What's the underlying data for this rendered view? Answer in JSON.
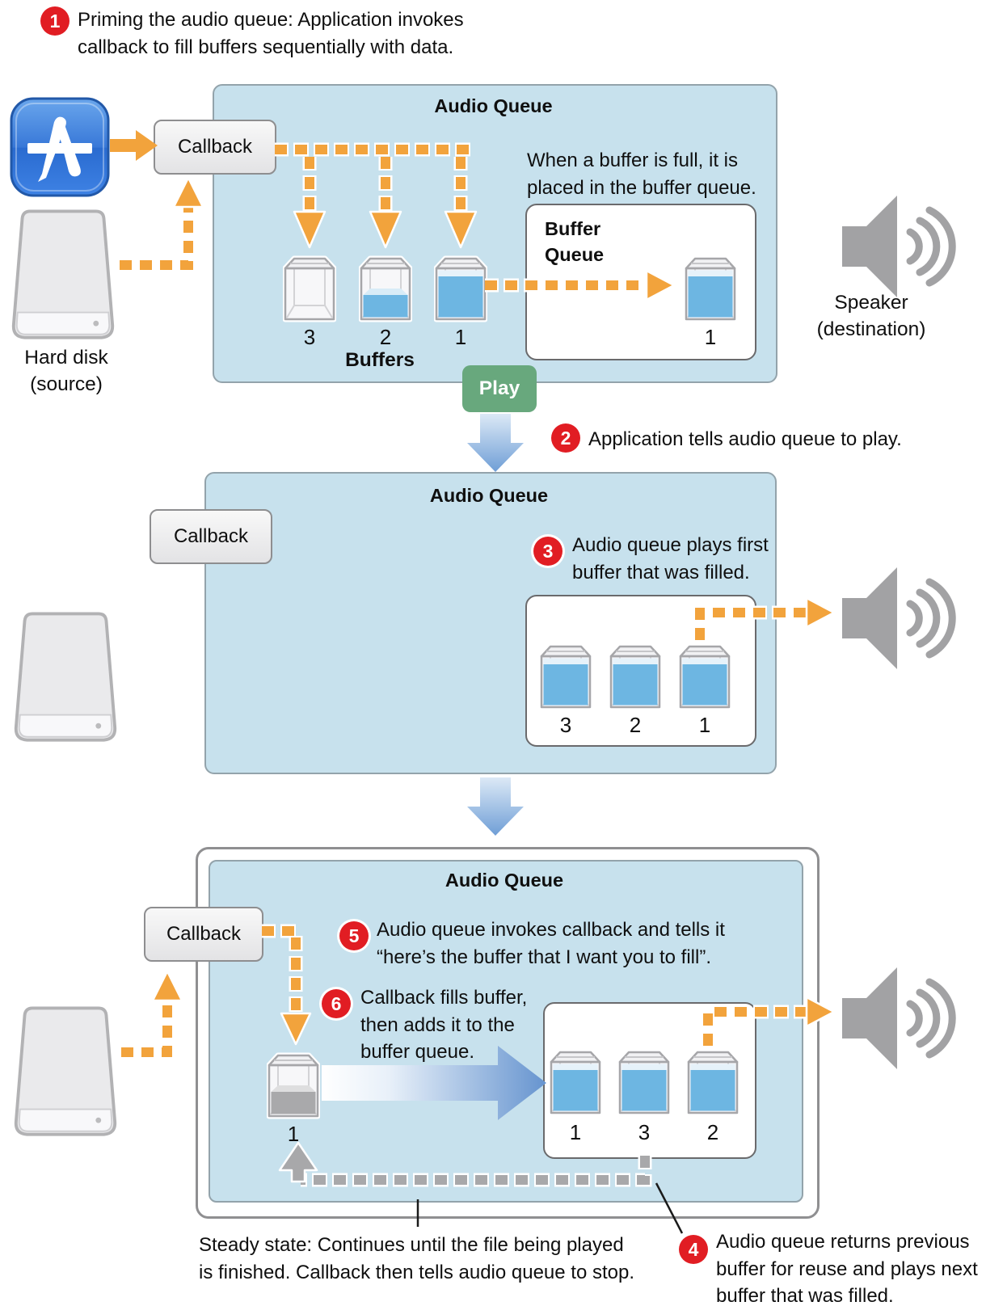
{
  "figure": {
    "step1": {
      "num": "1",
      "text": "Priming the audio queue: Application invokes\ncallback to fill buffers sequentially with data."
    },
    "step2": {
      "num": "2",
      "text": "Application tells audio queue to play."
    },
    "step3": {
      "num": "3",
      "text": "Audio queue plays first\nbuffer that was filled."
    },
    "step4": {
      "num": "4",
      "text": "Audio queue returns previous\nbuffer for reuse and plays next\nbuffer that was filled."
    },
    "step5": {
      "num": "5",
      "text": "Audio queue invokes callback and tells it\n“here’s the buffer that I want you to fill”."
    },
    "step6": {
      "num": "6",
      "text": "Callback fills buffer,\nthen adds it to the\nbuffer queue."
    }
  },
  "top": {
    "title": "Audio Queue",
    "callback": "Callback",
    "note": "When a buffer is full, it is\nplaced in the buffer queue.",
    "buffers": [
      {
        "label": "3",
        "fill": "empty"
      },
      {
        "label": "2",
        "fill": "half"
      },
      {
        "label": "1",
        "fill": "full"
      }
    ],
    "buffers_caption": "Buffers",
    "buffer_queue_label": "Buffer\nQueue",
    "queued": [
      {
        "label": "1",
        "fill": "full"
      }
    ],
    "play": "Play",
    "hard_disk_label": "Hard disk\n(source)",
    "speaker_label": "Speaker\n(destination)"
  },
  "middle": {
    "title": "Audio Queue",
    "callback": "Callback",
    "queued": [
      {
        "label": "3",
        "fill": "full"
      },
      {
        "label": "2",
        "fill": "full"
      },
      {
        "label": "1",
        "fill": "full"
      }
    ]
  },
  "bottom": {
    "title": "Audio Queue",
    "callback": "Callback",
    "refill": {
      "label": "1",
      "fill": "gray"
    },
    "queued": [
      {
        "label": "1",
        "fill": "full"
      },
      {
        "label": "3",
        "fill": "full"
      },
      {
        "label": "2",
        "fill": "full"
      }
    ],
    "steady_note": "Steady state: Continues until the file being played\nis finished. Callback then tells audio queue to stop."
  },
  "colors": {
    "panel_blue": "#c7e1ed",
    "orange": "#f2a33c",
    "step_red": "#e11d23",
    "play_green": "#68a87d",
    "buffer_blue": "#6db6e2",
    "return_gray": "#a8a8aa"
  }
}
